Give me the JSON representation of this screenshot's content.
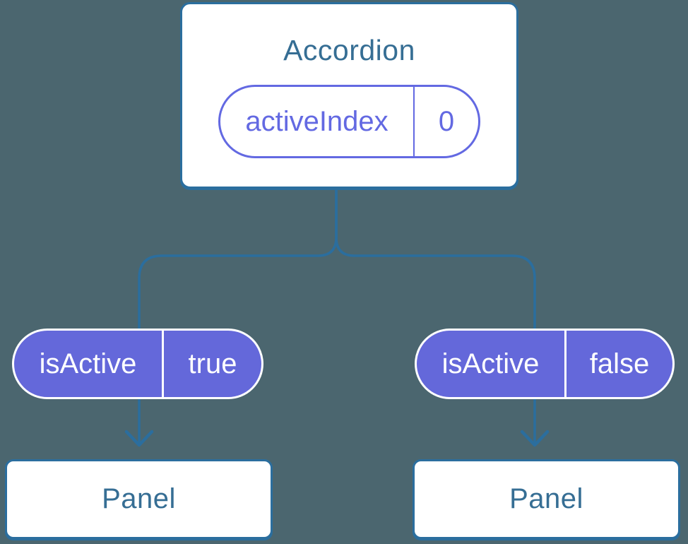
{
  "colors": {
    "background": "#4B666F",
    "line_blue": "#2B6E9E",
    "text_blue": "#366E94",
    "pill_purple_fill": "#6468DA",
    "pill_purple_border": "#6369E2",
    "white": "#FFFFFF"
  },
  "diagram": {
    "root": {
      "title": "Accordion",
      "prop": {
        "name": "activeIndex",
        "value": "0"
      }
    },
    "children": [
      {
        "state": {
          "name": "isActive",
          "value": "true"
        },
        "node": "Panel"
      },
      {
        "state": {
          "name": "isActive",
          "value": "false"
        },
        "node": "Panel"
      }
    ]
  }
}
